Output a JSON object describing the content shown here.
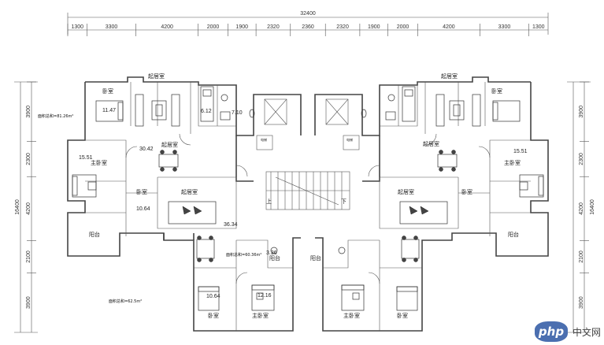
{
  "dimensions": {
    "total_width": "32400",
    "top": [
      "1300",
      "3300",
      "4200",
      "2000",
      "1900",
      "2320",
      "2360",
      "2320",
      "1900",
      "2000",
      "4200",
      "3300",
      "1300"
    ],
    "total_height": "16400",
    "left": [
      "3900",
      "2300",
      "4200",
      "2100",
      "3900"
    ],
    "right": [
      "3900",
      "2300",
      "4200",
      "2100",
      "3900"
    ]
  },
  "area_labels": {
    "upper_left": "面积总和=81.26m²",
    "center": "面积总和=60.36m²",
    "lower_left": "面积总和=62.5m²"
  },
  "rooms": {
    "bedroom": "卧室",
    "master_bedroom": "主卧室",
    "living_room": "起居室",
    "balcony": "阳台",
    "elevator": "电梯",
    "up": "上",
    "down": "下"
  },
  "areas": {
    "a1": "11.47",
    "a2": "6.12",
    "a3": "7.10",
    "a4": "30.42",
    "a5": "15.51",
    "a6": "10.64",
    "a7": "36.34",
    "a8": "15.51",
    "a9": "3.36",
    "a10": "10.64",
    "a11": "12.16"
  },
  "watermark": {
    "logo": "php",
    "text": "中文网"
  }
}
